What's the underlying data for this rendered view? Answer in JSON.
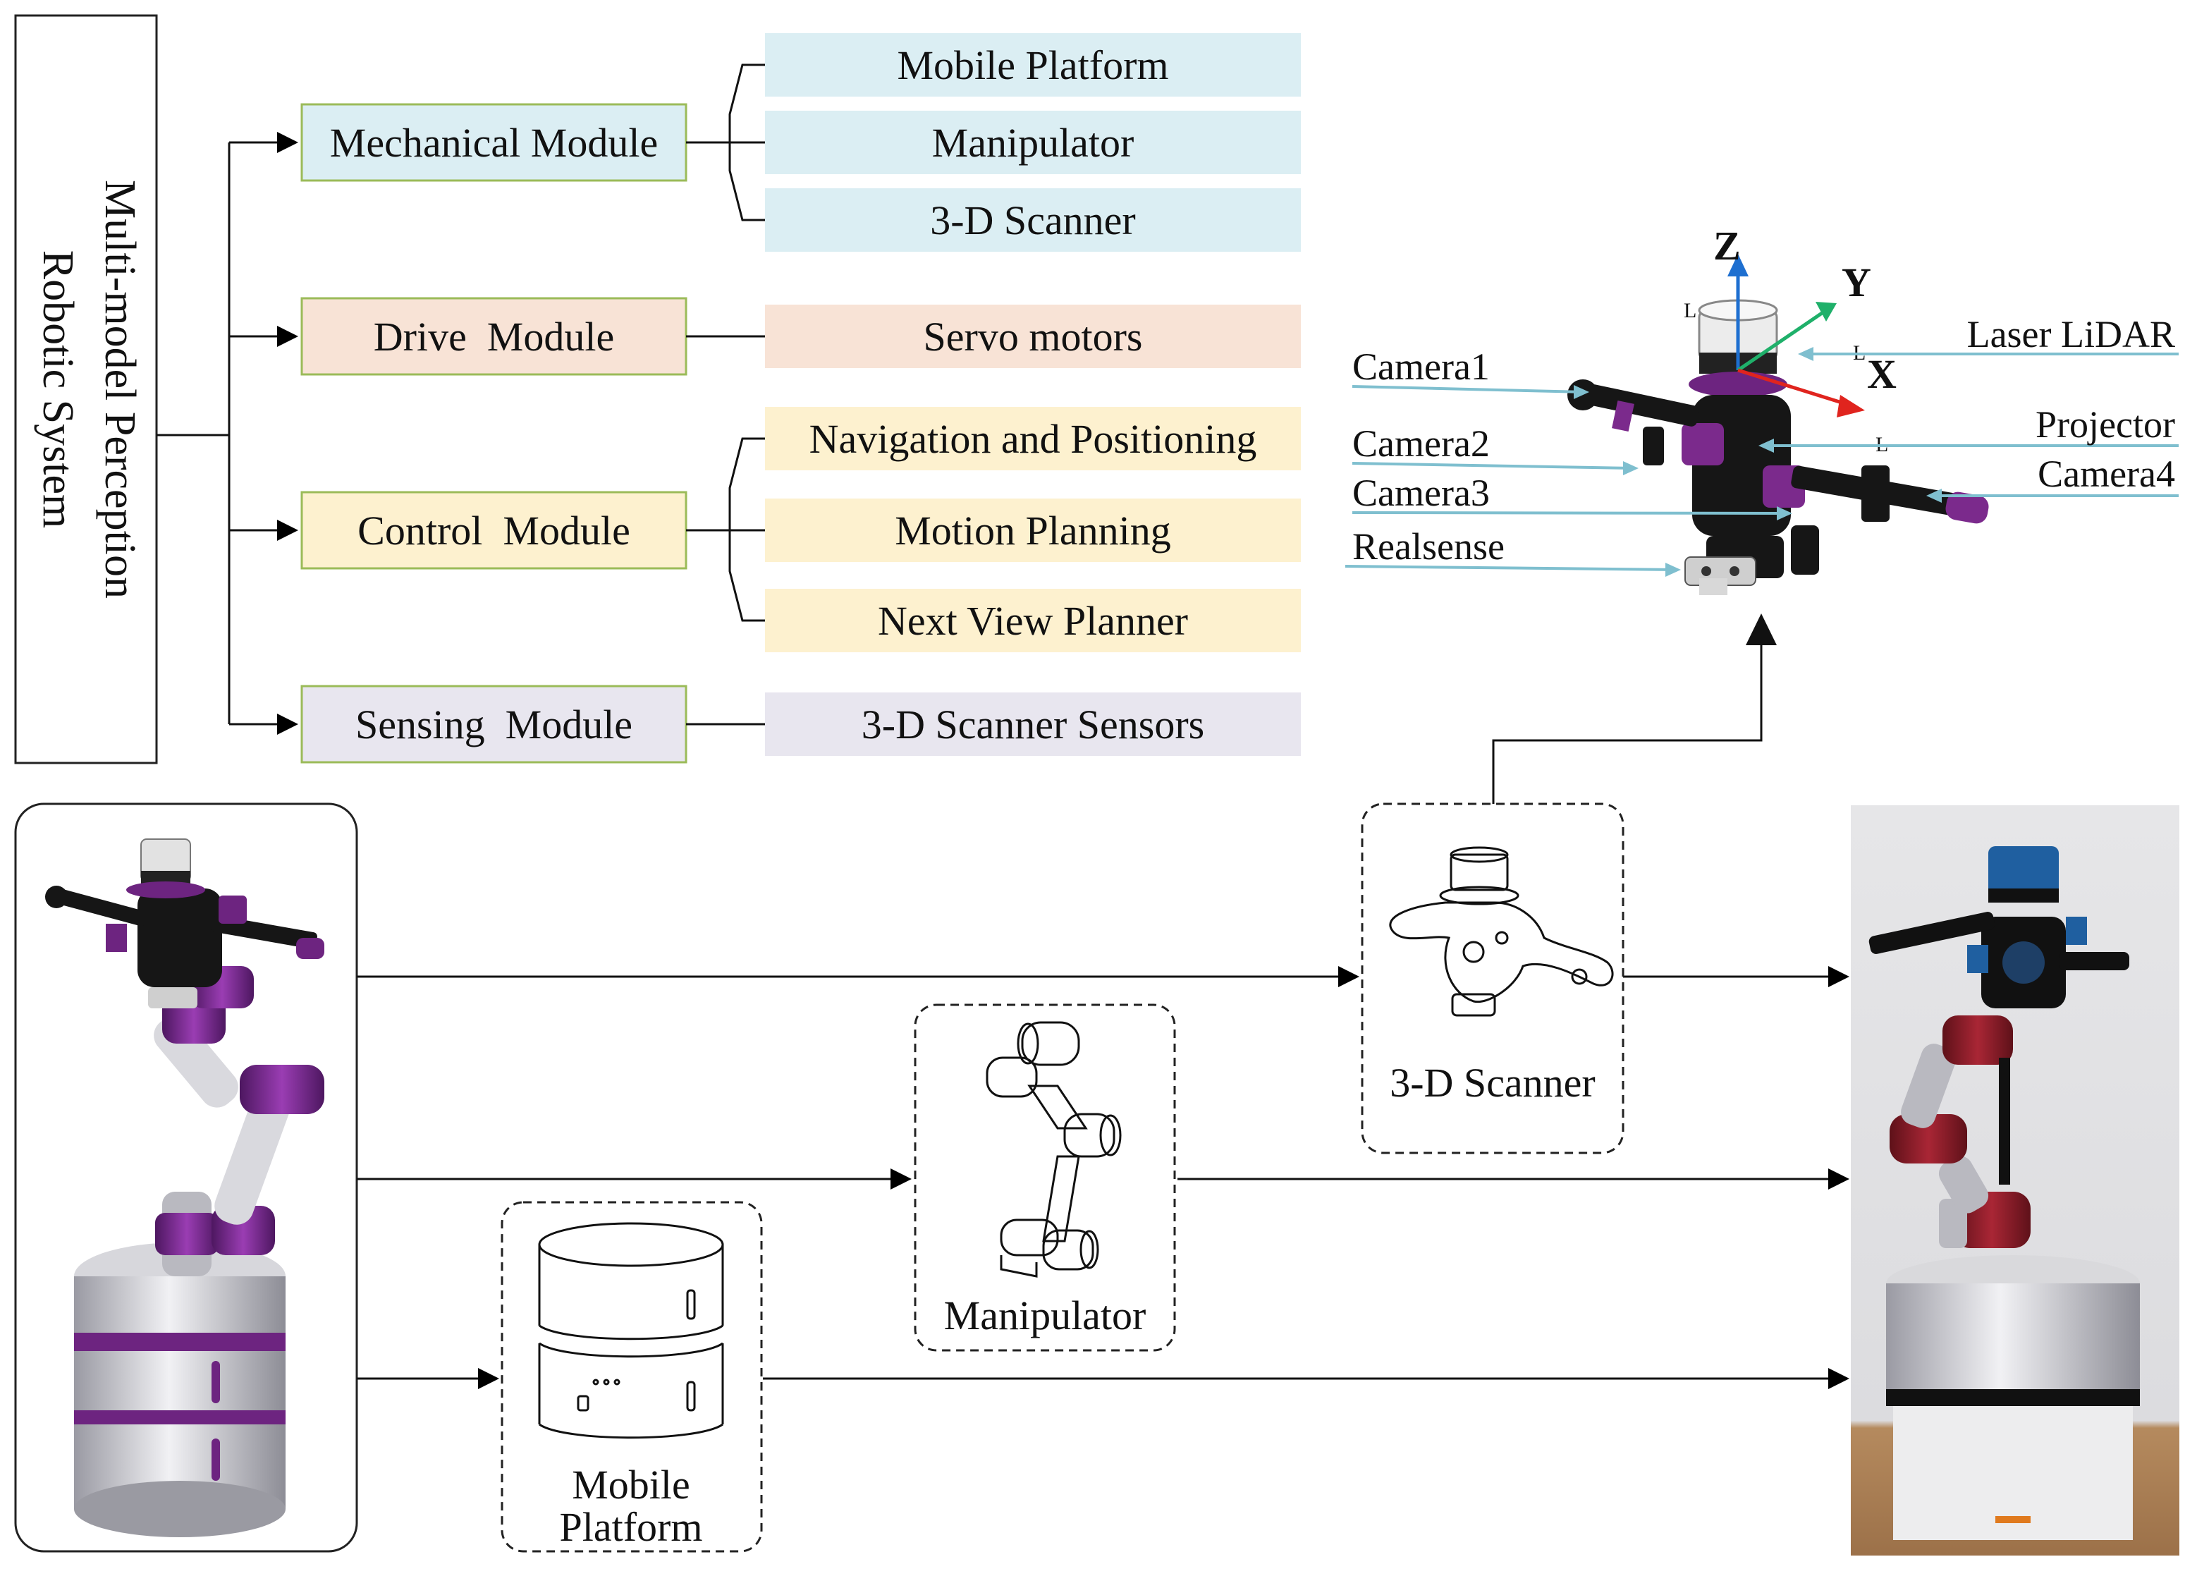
{
  "system_title": {
    "line1": "Multi-model Perception",
    "line2": "Robotic System"
  },
  "modules": [
    {
      "label": "Mechanical Module",
      "fill": "#dbeef3",
      "items": [
        "Mobile Platform",
        "Manipulator",
        "3-D Scanner"
      ]
    },
    {
      "label": "Drive  Module",
      "fill": "#f8e3d6",
      "items": [
        "Servo motors"
      ]
    },
    {
      "label": "Control  Module",
      "fill": "#fdf1cf",
      "items": [
        "Navigation and Positioning",
        "Motion Planning",
        "Next View Planner"
      ]
    },
    {
      "label": "Sensing  Module",
      "fill": "#e8e6ef",
      "items": [
        "3-D Scanner Sensors"
      ]
    }
  ],
  "module_border_color": "#9bbb59",
  "scanner_diagram": {
    "axes": {
      "z": "Z",
      "y": "Y",
      "x": "X",
      "z_sub": "L",
      "y_sub": "L",
      "x_sub": "L"
    },
    "axis_colors": {
      "z": "#1e6fd0",
      "y": "#1fb06a",
      "x": "#e0241e"
    },
    "leader_color": "#7fbfcf",
    "left_labels": [
      "Camera1",
      "Camera2",
      "Camera3",
      "Realsense"
    ],
    "right_labels": [
      "Laser LiDAR",
      "Projector",
      "Camera4"
    ],
    "sensor_colors": {
      "body": "#1a1a1a",
      "accent": "#7b2a8c"
    }
  },
  "pipeline": {
    "stages": [
      "3-D Scanner",
      "Manipulator",
      "Mobile\nPlatform"
    ],
    "scanner_label": "3-D Scanner",
    "manipulator_label": "Manipulator",
    "platform_label_line1": "Mobile",
    "platform_label_line2": "Platform"
  },
  "robot_colors": {
    "arm_purple": "#7a2a8e",
    "base_silver": "#c9c9cf",
    "real_red": "#8e1f2a",
    "real_blue": "#1f5fa0"
  }
}
